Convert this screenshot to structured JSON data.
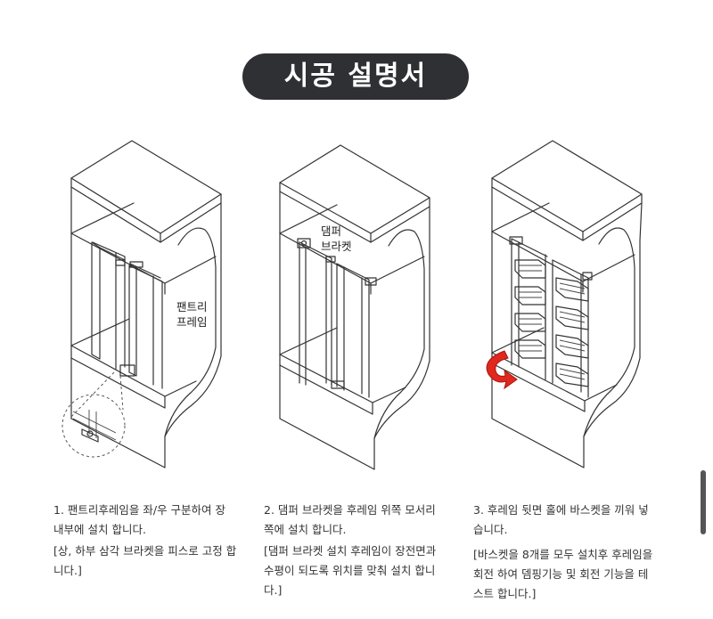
{
  "title": "시공 설명서",
  "diagrams": [
    {
      "label_lines": [
        "팬트리",
        "프레임"
      ]
    },
    {
      "label_lines": [
        "댐퍼",
        "브라켓"
      ]
    },
    {
      "label_lines": []
    }
  ],
  "steps": [
    {
      "main": "1. 팬트리후레임을 좌/우 구분하여 장\n내부에 설치 합니다.",
      "note": "[상, 하부 삼각 브라켓을 피스로 고정 합\n니다.]"
    },
    {
      "main": "2. 댐퍼 브라켓을 후레임 위쪽 모서리\n쪽에 설치 합니다.",
      "note": "[댐퍼 브라켓 설치 후레임이 장전면과\n수평이 되도록 위치를 맞춰 설치 합니\n다.]"
    },
    {
      "main": "3. 후레임 뒷면 홀에 바스켓을 끼워 넣\n습니다.",
      "note": "[바스켓을 8개를 모두 설치후 후레임을\n회전 하여 뎀핑기능 및 회전 기능을 테\n스트 합니다.]"
    }
  ],
  "colors": {
    "pill": "#2f3033",
    "arrow": "#e0281e"
  }
}
